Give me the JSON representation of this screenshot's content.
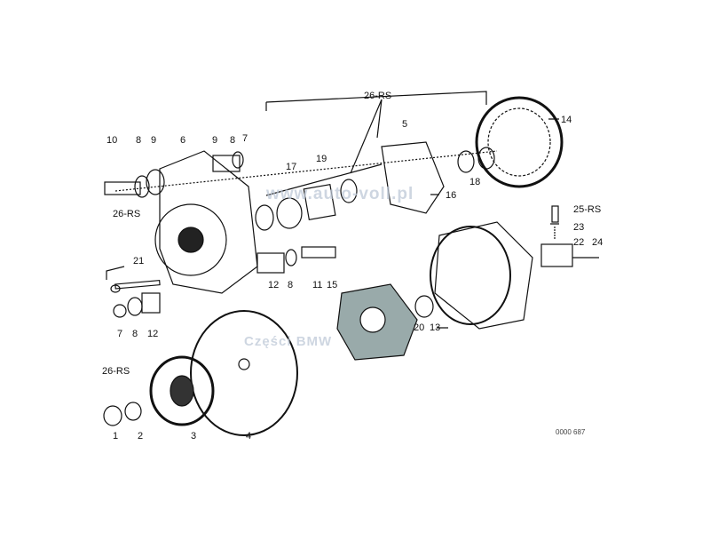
{
  "diagram": {
    "labels": [
      "26-RS",
      "5",
      "14",
      "10",
      "8",
      "9",
      "6",
      "9",
      "8",
      "7",
      "17",
      "19",
      "18",
      "16",
      "26-RS",
      "25-RS",
      "23",
      "22",
      "24",
      "21",
      "12",
      "8",
      "11",
      "15",
      "7",
      "8",
      "12",
      "20",
      "13",
      "26-RS",
      "1",
      "2",
      "3",
      "4"
    ],
    "watermarks": [
      "www.auto-voll.pl",
      "Części BMW"
    ],
    "drawing_code": "0000 687"
  }
}
